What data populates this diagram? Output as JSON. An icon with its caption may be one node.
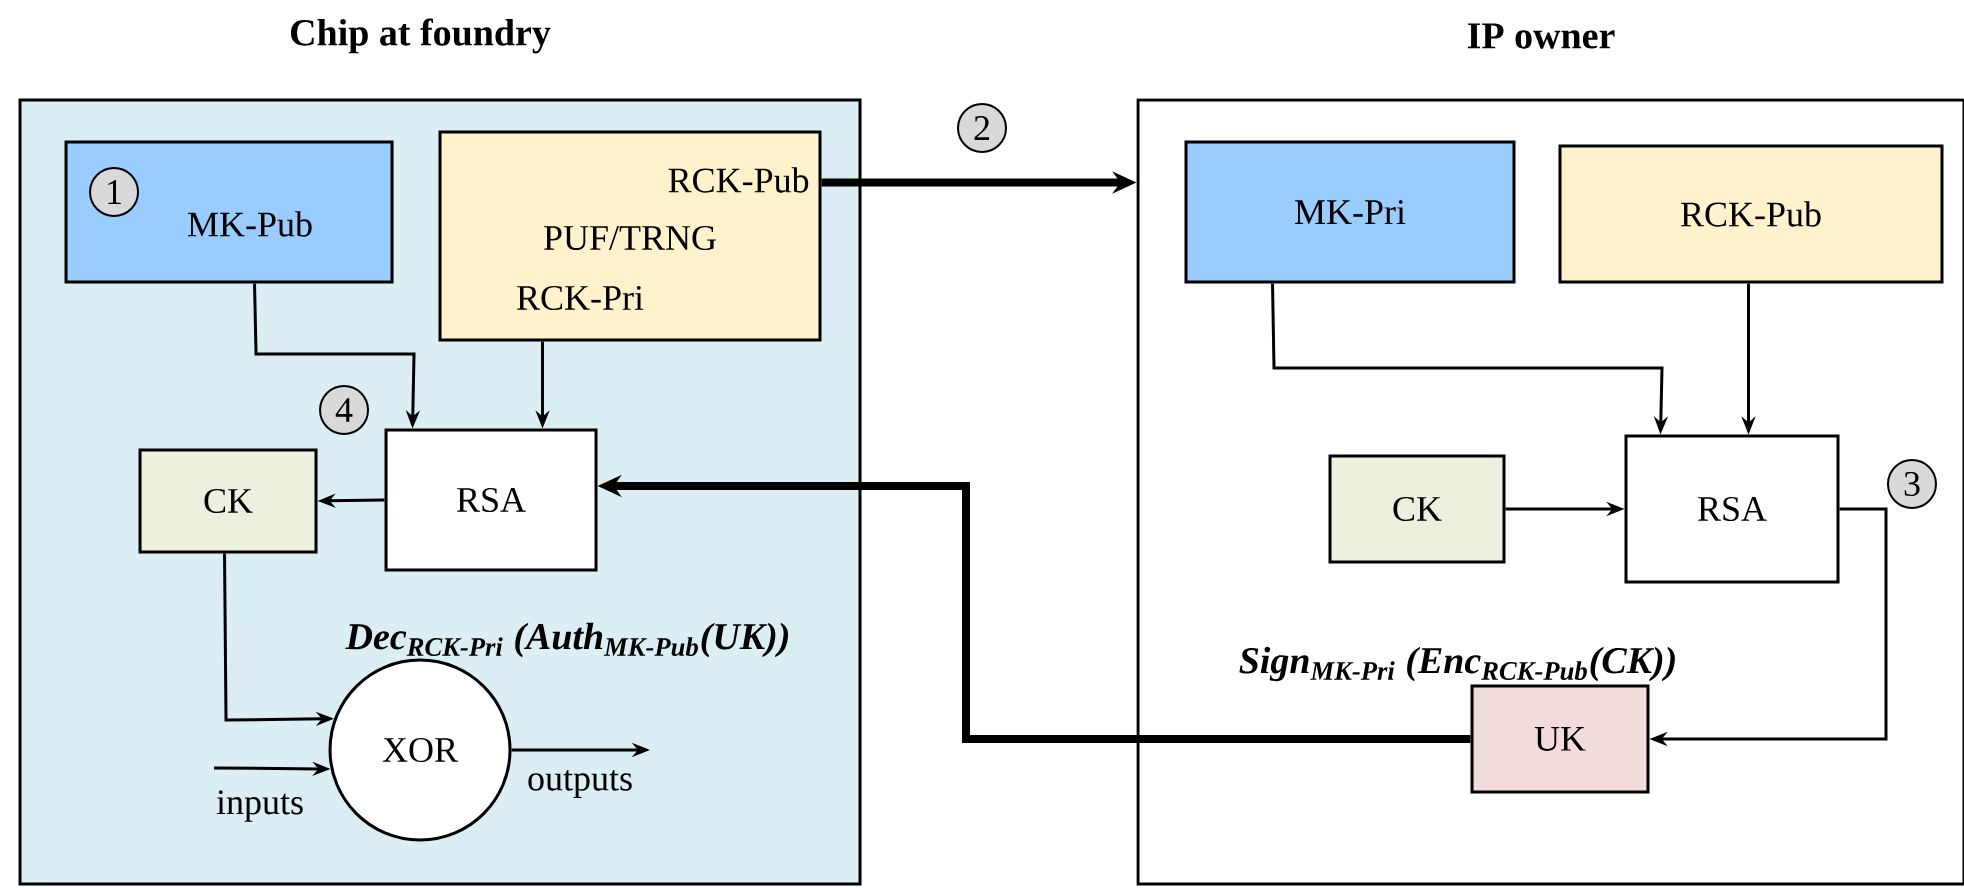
{
  "diagram": {
    "nodes": [
      {
        "text": [
          "Chip at foundry"
        ]
      },
      {
        "text": [
          "MK-Pub"
        ],
        "in": 0
      },
      {
        "text": [
          "RCK-Pub",
          "PUF/TRNG",
          "RCK-Pri"
        ],
        "in": 0
      },
      {
        "text": [
          "RSA"
        ],
        "in": 0
      },
      {
        "text": [
          "CK"
        ],
        "in": 0
      },
      {
        "text": [
          "XOR"
        ],
        "in": 0
      },
      {
        "text": [
          "IP owner"
        ]
      },
      {
        "text": [
          "MK-Pri"
        ],
        "in": 6
      },
      {
        "text": [
          "RCK-Pub"
        ],
        "in": 6
      },
      {
        "text": [
          "CK"
        ],
        "in": 6
      },
      {
        "text": [
          "RSA"
        ],
        "in": 6
      },
      {
        "text": [
          "UK"
        ],
        "in": 6
      }
    ],
    "edges": [
      {
        "from": 1,
        "to": 3,
        "arrow": "to"
      },
      {
        "from": 2,
        "to": 3,
        "arrow": "to"
      },
      {
        "from": 3,
        "to": 4,
        "arrow": "to"
      },
      {
        "from": 4,
        "to": 5,
        "arrow": "to"
      },
      {
        "from": null,
        "to": 5,
        "arrow": "to",
        "label": "inputs"
      },
      {
        "from": 5,
        "to": null,
        "arrow": "to",
        "label": "outputs"
      },
      {
        "from": 2,
        "to": 6,
        "arrow": "to",
        "style": "thick"
      },
      {
        "from": 7,
        "to": 10,
        "arrow": "to"
      },
      {
        "from": 8,
        "to": 10,
        "arrow": "to"
      },
      {
        "from": 9,
        "to": 10,
        "arrow": "to"
      },
      {
        "from": 10,
        "to": 11,
        "arrow": "to"
      },
      {
        "from": 11,
        "to": 3,
        "arrow": "to",
        "style": "thick"
      }
    ],
    "labels": [
      "2",
      "1",
      "4",
      "3",
      "Dec$_{RCK-Pri}$ (Auth$_{MK-Pub}$(UK))",
      "Sign$_{MK-Pri}$ (Enc$_{RCK-Pub}$(CK))"
    ]
  }
}
